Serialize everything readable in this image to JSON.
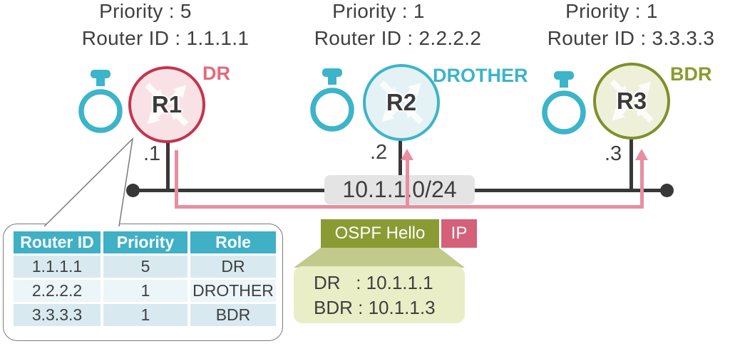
{
  "colors": {
    "cyan": "#3cb4c9",
    "crimson": "#c5334e",
    "dr_label_pink": "#e4697b",
    "olive_border": "#7e9129",
    "bdr_label_olive": "#8a9b2f",
    "packet_green": "#8a9b33",
    "packet_rose": "#d5607a",
    "hello_flow_pink": "#e78fa0",
    "line_dark": "#383838",
    "text_dark": "#3f3f3f",
    "subnet_label_bg": "#e4e4e4",
    "table_header_bg": "#3fb0c6",
    "table_row_odd_bg": "#d8eaf0",
    "table_row_even_bg": "#ecf5f8",
    "hello_box_bg": "#e9eec6"
  },
  "routers": [
    {
      "name": "R1",
      "priority_line": "Priority : 5",
      "router_id_line": "Router ID : 1.1.1.1",
      "role": "DR",
      "interface_label": ".1"
    },
    {
      "name": "R2",
      "priority_line": "Priority : 1",
      "router_id_line": "Router ID : 2.2.2.2",
      "role": "DROTHER",
      "interface_label": ".2"
    },
    {
      "name": "R3",
      "priority_line": "Priority : 1",
      "router_id_line": "Router ID : 3.3.3.3",
      "role": "BDR",
      "interface_label": ".3"
    }
  ],
  "network": {
    "subnet_label": "10.1.1.0/24"
  },
  "neighbor_table": {
    "headers": [
      "Router ID",
      "Priority",
      "Role"
    ],
    "rows": [
      [
        "1.1.1.1",
        "5",
        "DR"
      ],
      [
        "2.2.2.2",
        "1",
        "DROTHER"
      ],
      [
        "3.3.3.3",
        "1",
        "BDR"
      ]
    ]
  },
  "hello_packet": {
    "ospf_label": "OSPF Hello",
    "ip_label": "IP",
    "lines": [
      "DR   : 10.1.1.1",
      "BDR : 10.1.1.3"
    ]
  }
}
